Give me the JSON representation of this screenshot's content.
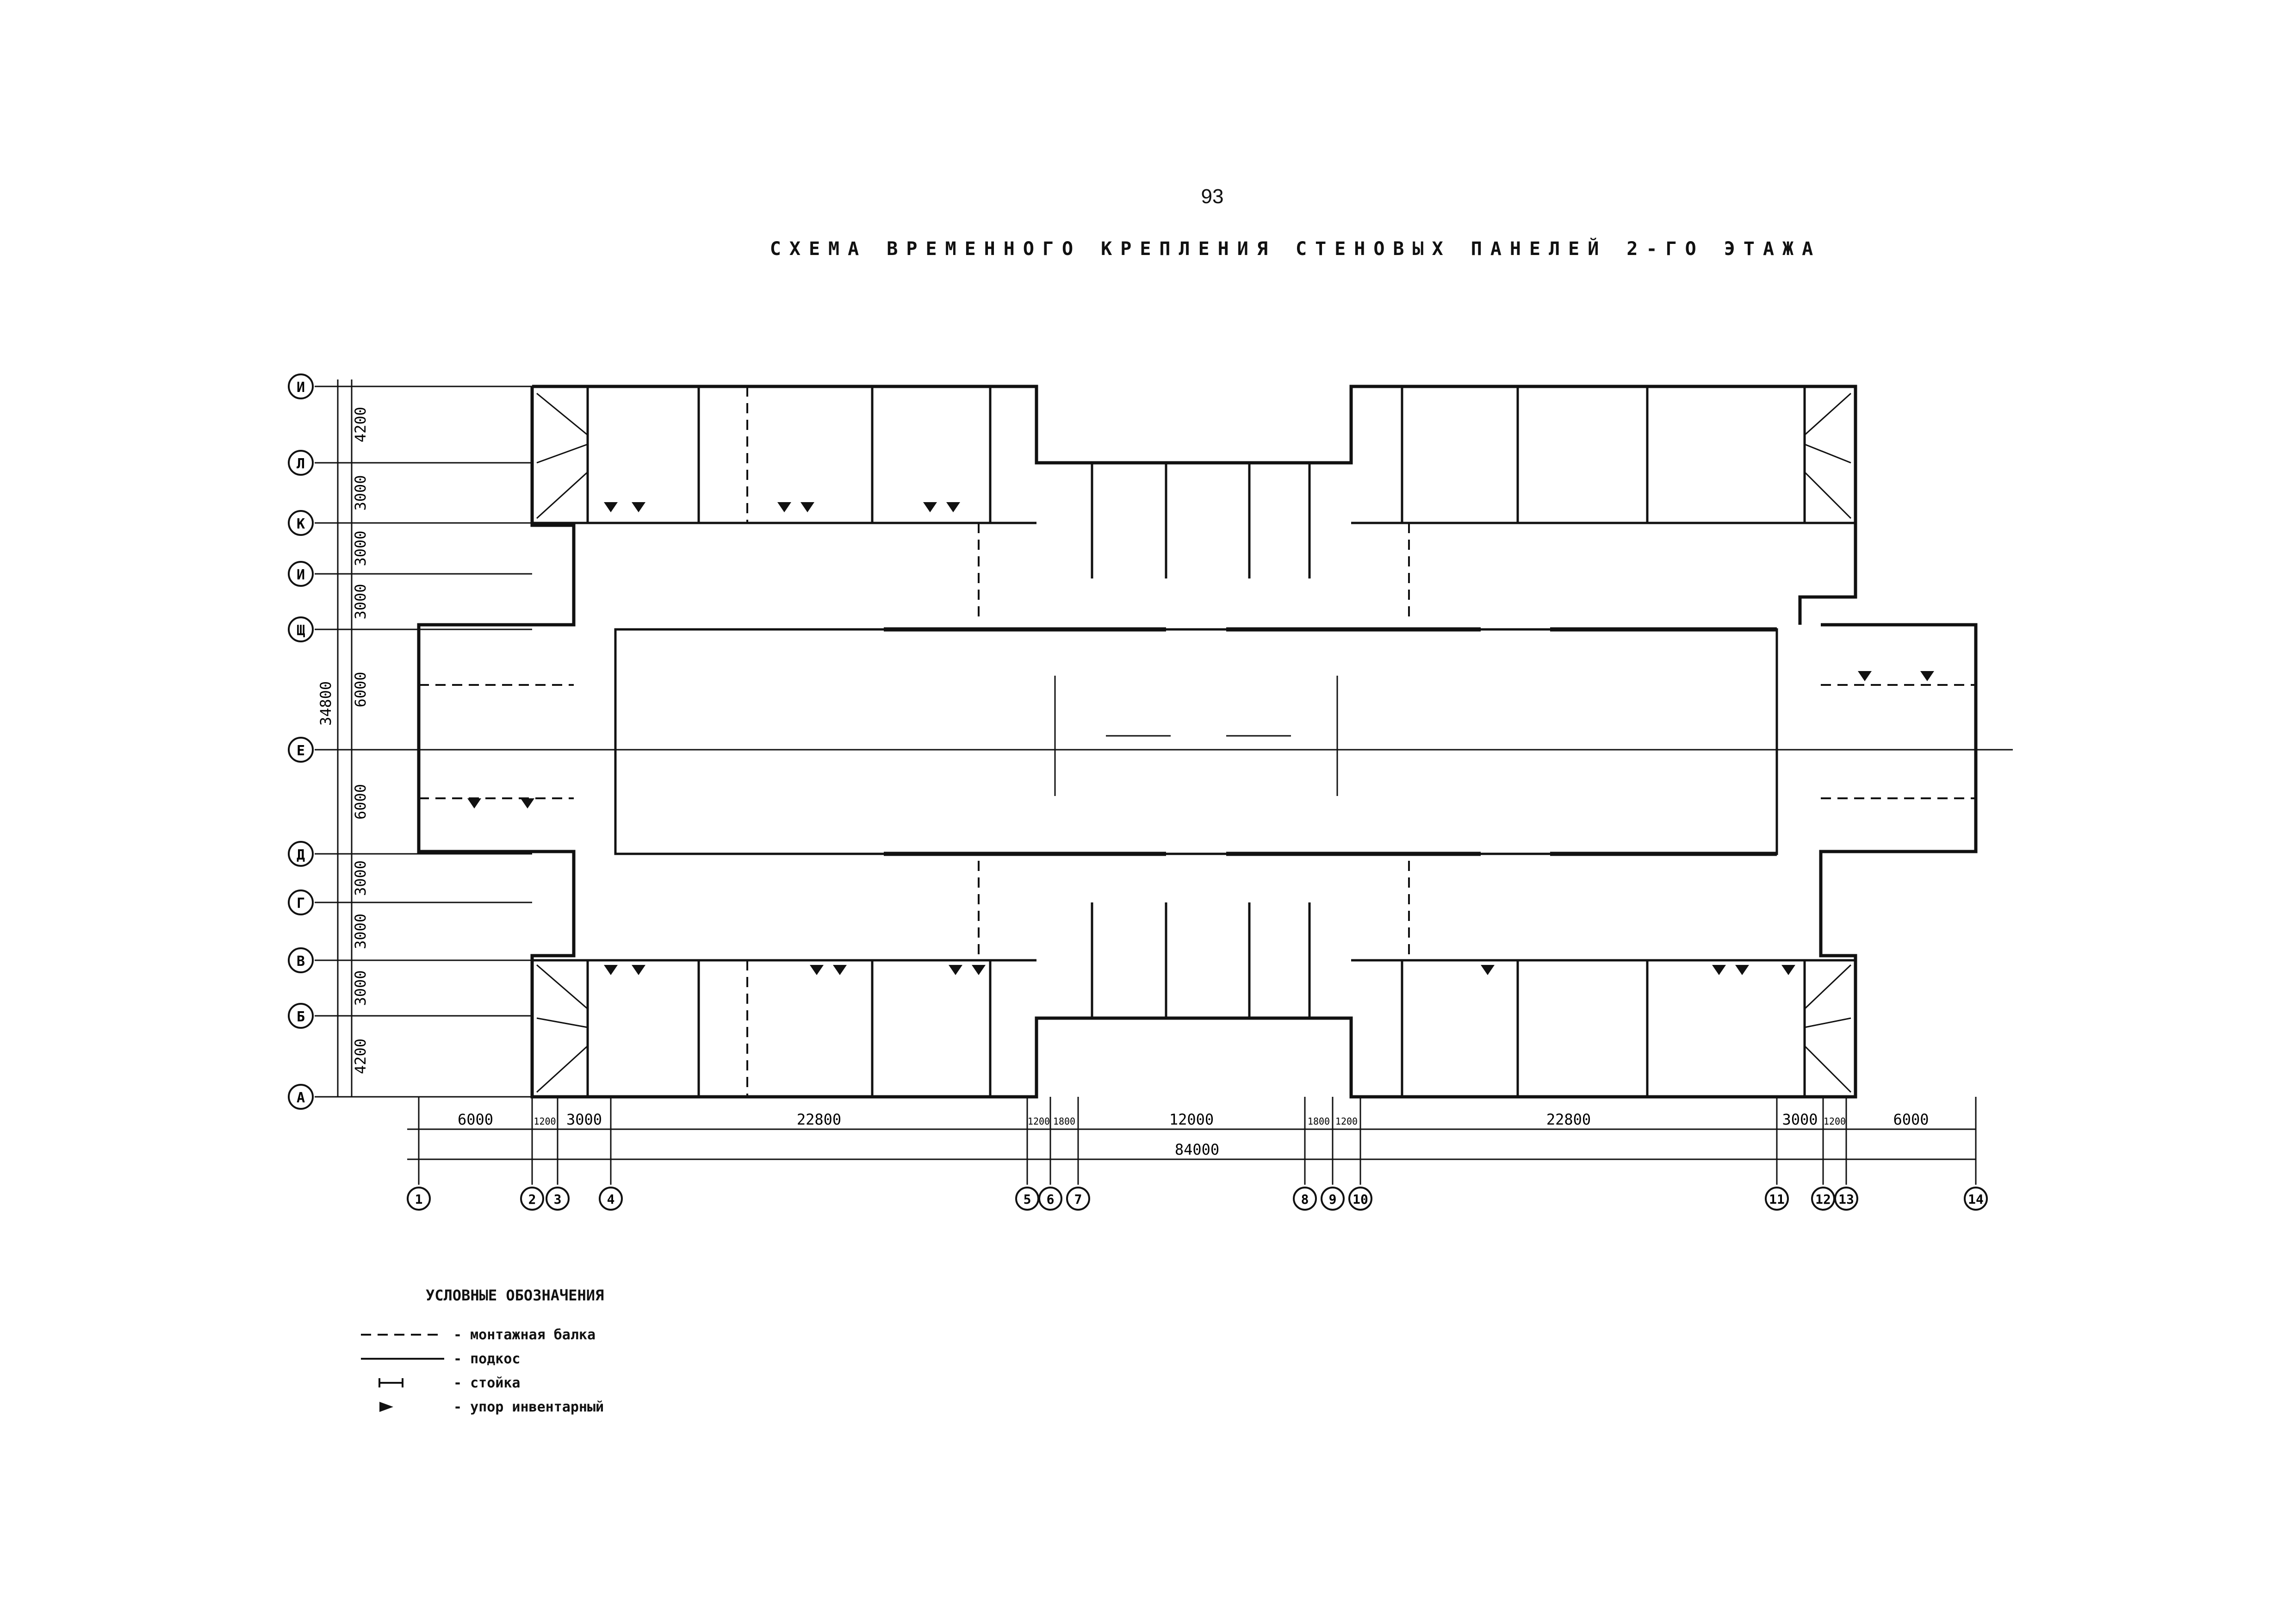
{
  "page_number": "93",
  "title": "СХЕМА ВРЕМЕННОГО КРЕПЛЕНИЯ СТЕНОВЫХ ПАНЕЛЕЙ 2-ГО ЭТАЖА",
  "row_axes": [
    "И",
    "Л",
    "К",
    "И",
    "Щ",
    "Е",
    "Д",
    "Г",
    "В",
    "Б",
    "А"
  ],
  "row_dims": [
    "4200",
    "3000",
    "3000",
    "3000",
    "6000",
    "6000",
    "3000",
    "3000",
    "3000",
    "4200"
  ],
  "overall_height": "34800",
  "col_axes": [
    "1",
    "2",
    "3",
    "4",
    "5",
    "6",
    "7",
    "8",
    "9",
    "10",
    "11",
    "12",
    "13",
    "14"
  ],
  "col_dims": [
    "6000",
    "1200",
    "3000",
    "22800",
    "1200",
    "1800",
    "12000",
    "1800",
    "1200",
    "22800",
    "3000",
    "1200",
    "6000"
  ],
  "overall_width": "84000",
  "legend": {
    "title": "УСЛОВНЫЕ ОБОЗНАЧЕНИЯ",
    "items": [
      {
        "symbol": "dashed",
        "label": "- монтажная балка"
      },
      {
        "symbol": "line",
        "label": "- подкос"
      },
      {
        "symbol": "post",
        "label": "- стойка"
      },
      {
        "symbol": "stop",
        "label": "- упор инвентарный"
      }
    ]
  }
}
